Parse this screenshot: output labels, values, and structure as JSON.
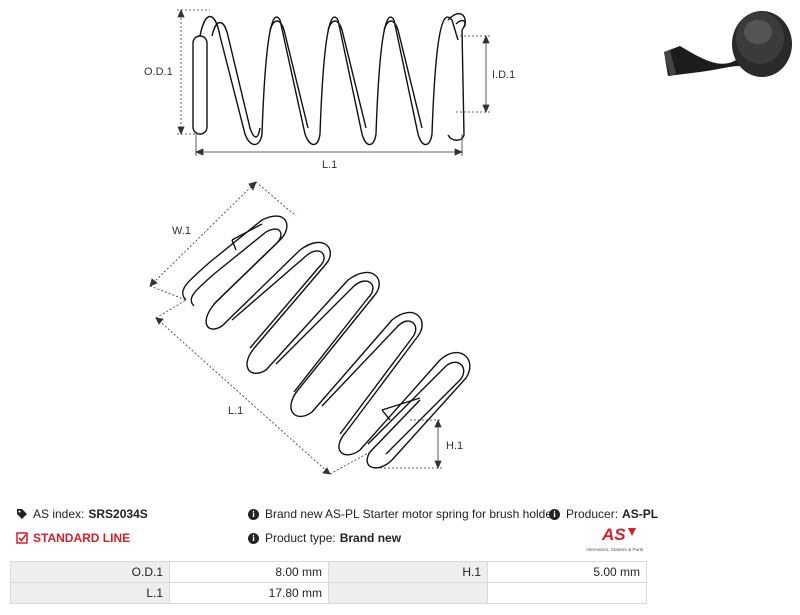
{
  "diagram": {
    "od_label": "O.D.1",
    "id_label": "I.D.1",
    "l_label_top": "L.1",
    "w_label": "W.1",
    "l_label_bottom": "L.1",
    "h_label": "H.1"
  },
  "info": {
    "as_index_label": "AS index:",
    "as_index_value": "SRS2034S",
    "standard_line": "STANDARD LINE",
    "description": "Brand new AS-PL Starter motor spring for brush holder",
    "product_type_label": "Product type:",
    "product_type_value": "Brand new",
    "producer_label": "Producer:",
    "producer_value": "AS-PL"
  },
  "logo": {
    "mark": "AS",
    "tagline": "Alternators, Starters & Parts"
  },
  "specs": [
    {
      "label": "O.D.1",
      "value": "8.00 mm",
      "label2": "H.1",
      "value2": "5.00 mm"
    },
    {
      "label": "L.1",
      "value": "17.80 mm",
      "label2": "",
      "value2": ""
    }
  ],
  "colors": {
    "accent": "#d5202a",
    "label_bg": "#eeeeee"
  }
}
